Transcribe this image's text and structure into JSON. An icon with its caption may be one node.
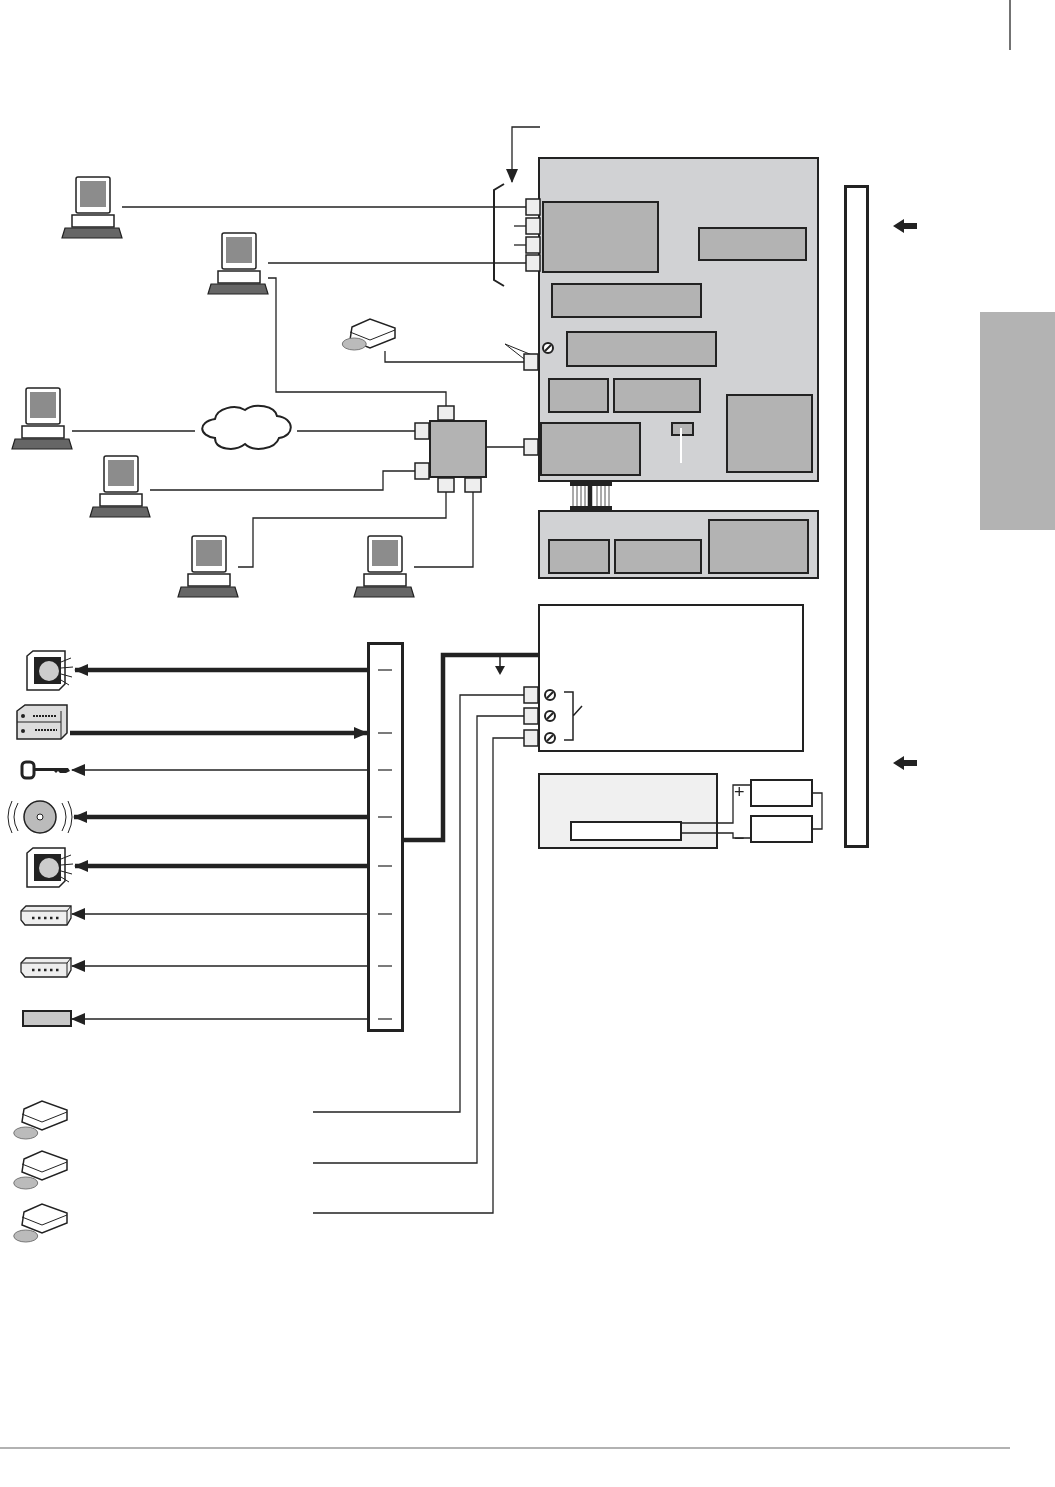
{
  "diagram": {
    "nodes": [
      {
        "text": [],
        "shape": "box"
      },
      {
        "text": [],
        "shape": "box",
        "in": 0
      },
      {
        "text": [],
        "shape": "box",
        "in": 0
      },
      {
        "text": [],
        "shape": "box",
        "in": 0
      },
      {
        "text": [],
        "shape": "box",
        "in": 0
      },
      {
        "text": [],
        "shape": "box",
        "in": 0
      },
      {
        "text": [],
        "shape": "box",
        "in": 0
      },
      {
        "text": [],
        "shape": "box",
        "in": 0
      },
      {
        "text": [],
        "shape": "box",
        "in": 0
      },
      {
        "text": [],
        "shape": "box",
        "in": 0
      },
      {
        "text": [],
        "shape": "box"
      },
      {
        "text": [],
        "shape": "box",
        "in": 10
      },
      {
        "text": [],
        "shape": "box",
        "in": 10
      },
      {
        "text": [],
        "shape": "box",
        "in": 10
      },
      {
        "text": [],
        "shape": "box"
      },
      {
        "text": [],
        "shape": "box"
      },
      {
        "text": [],
        "shape": "box",
        "in": 15
      },
      {
        "text": [],
        "shape": "box"
      },
      {
        "text": [],
        "shape": "box"
      },
      {
        "text": [],
        "shape": "bar"
      },
      {
        "text": [],
        "shape": "computer"
      },
      {
        "text": [],
        "shape": "computer"
      },
      {
        "text": [],
        "shape": "drive"
      },
      {
        "text": [],
        "shape": "computer"
      },
      {
        "text": [],
        "shape": "cloud"
      },
      {
        "text": [],
        "shape": "box"
      },
      {
        "text": [],
        "shape": "computer"
      },
      {
        "text": [],
        "shape": "computer"
      },
      {
        "text": [],
        "shape": "computer"
      },
      {
        "text": [],
        "shape": "bar"
      },
      {
        "text": [],
        "shape": "speaker"
      },
      {
        "text": [],
        "shape": "amplifier"
      },
      {
        "text": [],
        "shape": "key"
      },
      {
        "text": [],
        "shape": "bell"
      },
      {
        "text": [],
        "shape": "speaker"
      },
      {
        "text": [],
        "shape": "panel"
      },
      {
        "text": [],
        "shape": "panel"
      },
      {
        "text": [],
        "shape": "box"
      },
      {
        "text": [],
        "shape": "drive"
      },
      {
        "text": [],
        "shape": "drive"
      },
      {
        "text": [],
        "shape": "drive"
      },
      {
        "text": [],
        "shape": "bracket"
      }
    ],
    "edges": [
      {
        "from": 20,
        "to": 1,
        "arrow": "other"
      },
      {
        "from": 21,
        "to": 1,
        "arrow": "other"
      },
      {
        "from": 21,
        "to": 25,
        "arrow": "other"
      },
      {
        "from": 22,
        "to": 0,
        "arrow": "other"
      },
      {
        "from": 23,
        "to": 24,
        "arrow": "none"
      },
      {
        "from": 24,
        "to": 25,
        "arrow": "other"
      },
      {
        "from": 26,
        "to": 25,
        "arrow": "other"
      },
      {
        "from": 27,
        "to": 25,
        "arrow": "other"
      },
      {
        "from": 28,
        "to": 25,
        "arrow": "other"
      },
      {
        "from": 25,
        "to": 7,
        "arrow": "other"
      },
      {
        "from": null,
        "to": 41,
        "arrow": "to"
      },
      {
        "from": 0,
        "to": 10,
        "arrow": "none",
        "style": "thick"
      },
      {
        "from": 16,
        "to": 17,
        "arrow": "none"
      },
      {
        "from": 16,
        "to": 18,
        "arrow": "none"
      },
      {
        "from": 17,
        "to": 18,
        "arrow": "none"
      },
      {
        "from": 29,
        "to": 30,
        "arrow": "to",
        "style": "thick"
      },
      {
        "from": 31,
        "to": 29,
        "arrow": "to",
        "style": "thick"
      },
      {
        "from": 29,
        "to": 32,
        "arrow": "to"
      },
      {
        "from": 29,
        "to": 33,
        "arrow": "to",
        "style": "thick"
      },
      {
        "from": 29,
        "to": 34,
        "arrow": "to",
        "style": "thick"
      },
      {
        "from": 29,
        "to": 35,
        "arrow": "to"
      },
      {
        "from": 29,
        "to": 36,
        "arrow": "to"
      },
      {
        "from": 29,
        "to": 37,
        "arrow": "to"
      },
      {
        "from": 29,
        "to": 14,
        "arrow": "none",
        "style": "thick"
      },
      {
        "from": null,
        "to": 14,
        "arrow": "other"
      },
      {
        "from": null,
        "to": 14,
        "arrow": "other"
      },
      {
        "from": null,
        "to": 14,
        "arrow": "other"
      },
      {
        "from": 41,
        "to": 1,
        "arrow": "other"
      },
      {
        "from": 41,
        "to": 1,
        "arrow": "other"
      }
    ],
    "labels": [
      "+",
      "−"
    ]
  }
}
